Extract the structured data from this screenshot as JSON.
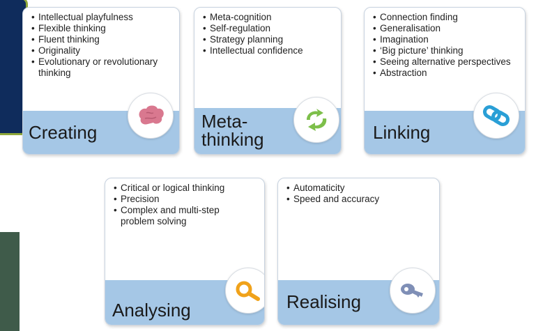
{
  "cards": [
    {
      "title": "Creating",
      "icon": "brain-icon",
      "icon_color": "#d9788f",
      "items": [
        "Intellectual playfulness",
        "Flexible thinking",
        "Fluent thinking",
        "Originality",
        "Evolutionary or revolutionary thinking"
      ]
    },
    {
      "title": "Meta-thinking",
      "title_line1": "Meta-",
      "title_line2": "thinking",
      "icon": "recycle-icon",
      "icon_color": "#7dbf4a",
      "items": [
        "Meta-cognition",
        "Self-regulation",
        "Strategy planning",
        "Intellectual confidence"
      ]
    },
    {
      "title": "Linking",
      "icon": "chain-link-icon",
      "icon_color": "#2a9fd6",
      "items": [
        "Connection finding",
        "Generalisation",
        "Imagination",
        "‘Big picture’ thinking",
        "Seeing alternative perspectives",
        "Abstraction"
      ]
    },
    {
      "title": "Analysing",
      "icon": "magnifier-icon",
      "icon_color": "#f0a21a",
      "items": [
        "Critical or logical thinking",
        "Precision",
        "Complex and multi-step problem solving"
      ]
    },
    {
      "title": "Realising",
      "icon": "key-icon",
      "icon_color": "#7f8fb6",
      "items": [
        "Automaticity",
        "Speed and accuracy"
      ]
    }
  ]
}
